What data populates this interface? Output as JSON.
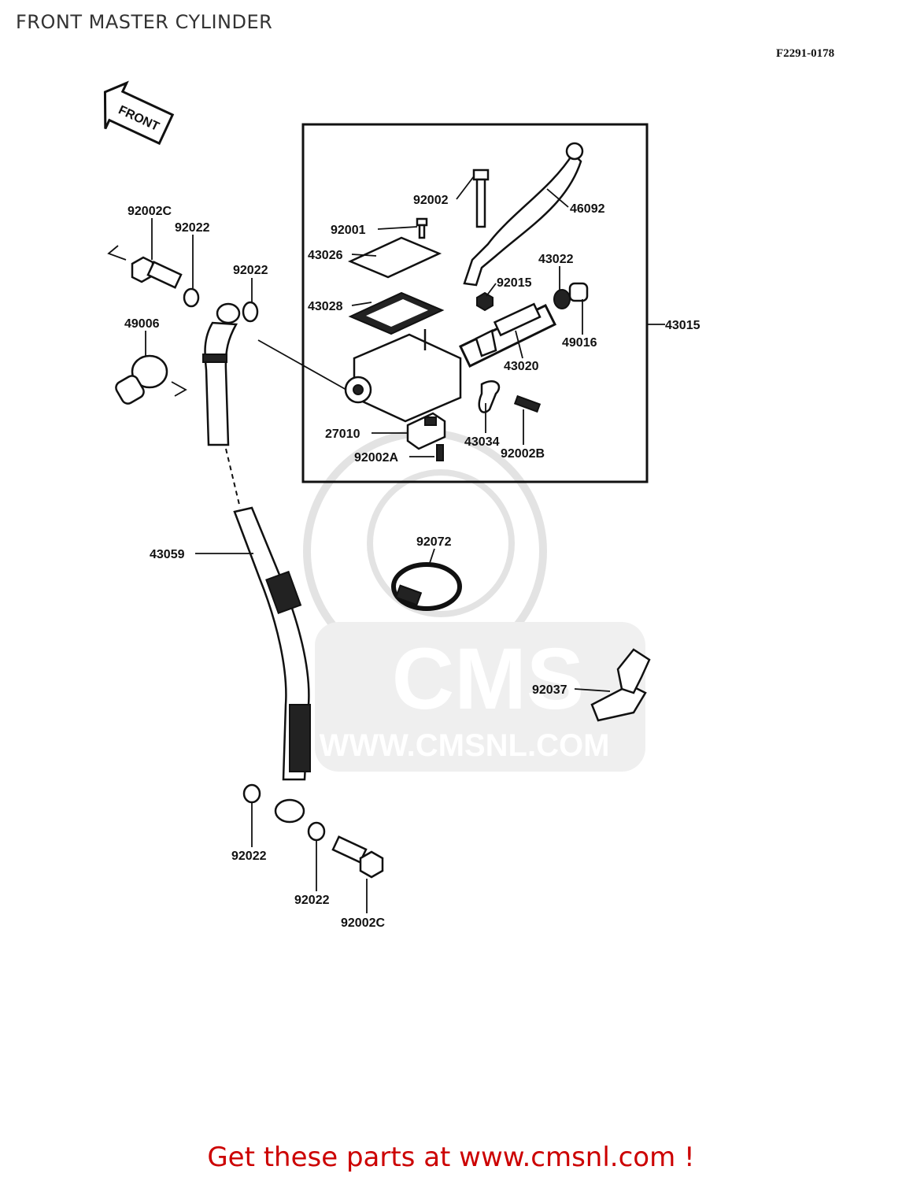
{
  "header": {
    "title": "FRONT MASTER CYLINDER",
    "figure_code": "F2291-0178"
  },
  "direction_arrow": "FRONT",
  "watermark": {
    "logo_text": "CMS",
    "url_text": "WWW.CMSNL.COM"
  },
  "parts": {
    "p92002": "92002",
    "p46092": "46092",
    "p92001": "92001",
    "p43026": "43026",
    "p43022": "43022",
    "p92015": "92015",
    "p43028": "43028",
    "p43015": "43015",
    "p49016": "49016",
    "p43020": "43020",
    "p27010": "27010",
    "p43034": "43034",
    "p92002A": "92002A",
    "p92002B": "92002B",
    "p92002C_top": "92002C",
    "p92022_a": "92022",
    "p92022_b": "92022",
    "p49006": "49006",
    "p43059": "43059",
    "p92072": "92072",
    "p92037": "92037",
    "p92022_c": "92022",
    "p92022_d": "92022",
    "p92002C_bottom": "92002C"
  },
  "footer": {
    "cta": "Get these parts at www.cmsnl.com !"
  }
}
